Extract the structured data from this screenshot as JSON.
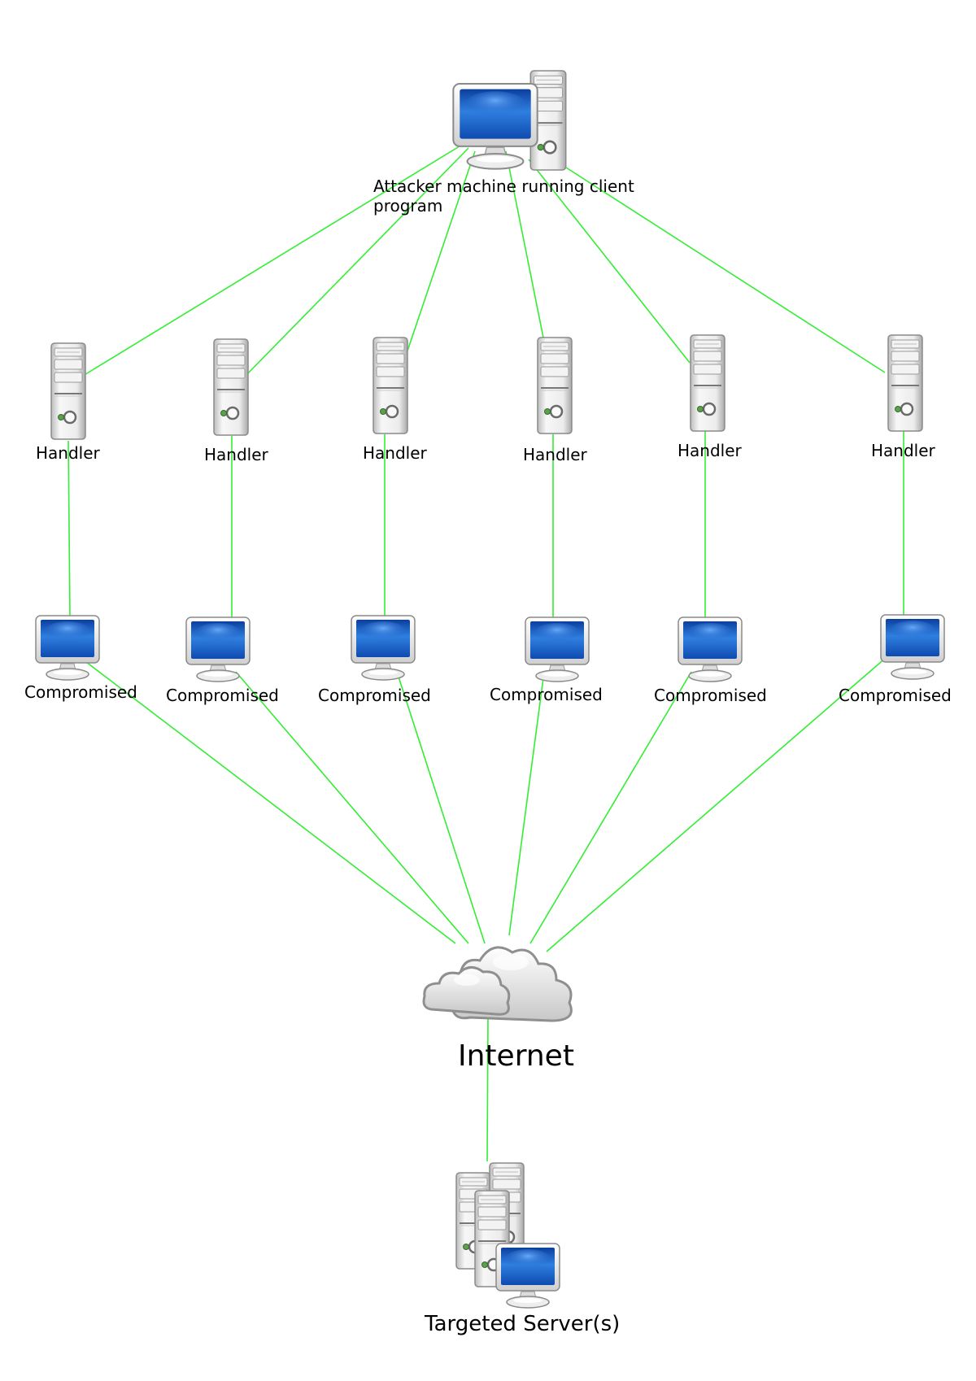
{
  "attacker": {
    "label_line1": "Attacker machine running client",
    "label_line2": "program"
  },
  "handlers": [
    {
      "label": "Handler"
    },
    {
      "label": "Handler"
    },
    {
      "label": "Handler"
    },
    {
      "label": "Handler"
    },
    {
      "label": "Handler"
    },
    {
      "label": "Handler"
    }
  ],
  "compromised": [
    {
      "label": "Compromised"
    },
    {
      "label": "Compromised"
    },
    {
      "label": "Compromised"
    },
    {
      "label": "Compromised"
    },
    {
      "label": "Compromised"
    },
    {
      "label": "Compromised"
    }
  ],
  "internet": {
    "label": "Internet"
  },
  "target": {
    "label": "Targeted Server(s)"
  },
  "colors": {
    "link": "#33ee33",
    "screen": "#1a5fc4",
    "case": "#e6e6e6"
  },
  "icons": {
    "attacker": "workstation-icon",
    "handler": "server-tower-icon",
    "compromised": "monitor-icon",
    "internet": "cloud-icon",
    "target": "server-cluster-icon"
  }
}
